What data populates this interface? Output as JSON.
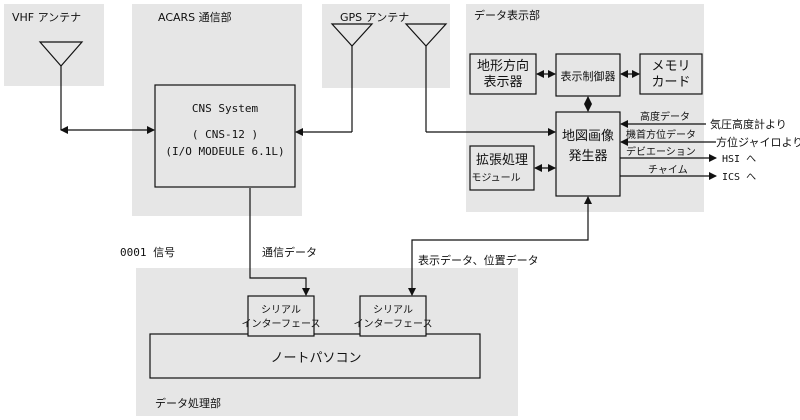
{
  "regions": {
    "vhf": "VHF アンテナ",
    "acars": "ACARS 通信部",
    "gps": "GPS アンテナ",
    "display": "データ表示部",
    "processing": "データ処理部"
  },
  "cns": {
    "line1": "CNS System",
    "line2": "( CNS-12 )",
    "line3": "(I/O MODEULE 6.1L)"
  },
  "display_boxes": {
    "terrain": [
      "地形方向",
      "表示器"
    ],
    "controller": "表示制御器",
    "memory": [
      "メモリ",
      "カード"
    ],
    "extension": [
      "拡張処理",
      "モジュール"
    ],
    "map": [
      "地図画像",
      "発生器"
    ]
  },
  "signals_in": [
    {
      "name": "高度データ",
      "source": "気圧高度計より"
    },
    {
      "name": "機首方位データ",
      "source": "方位ジャイロより"
    }
  ],
  "signals_out": [
    {
      "name": "デビエーション",
      "dest": "HSI へ"
    },
    {
      "name": "チャイム",
      "dest": "ICS へ"
    }
  ],
  "labels": {
    "signal_0001": "0001 信号",
    "comm_data": "通信データ",
    "display_pos_data": "表示データ、位置データ"
  },
  "processing": {
    "serial_left": [
      "シリアル",
      "インターフェース"
    ],
    "serial_right": [
      "シリアル",
      "インターフェース"
    ],
    "pc": "ノートパソコン"
  },
  "colors": {
    "region_bg": "#e6e6e6",
    "box_bg": "#e6e6e6",
    "line": "#111111"
  }
}
